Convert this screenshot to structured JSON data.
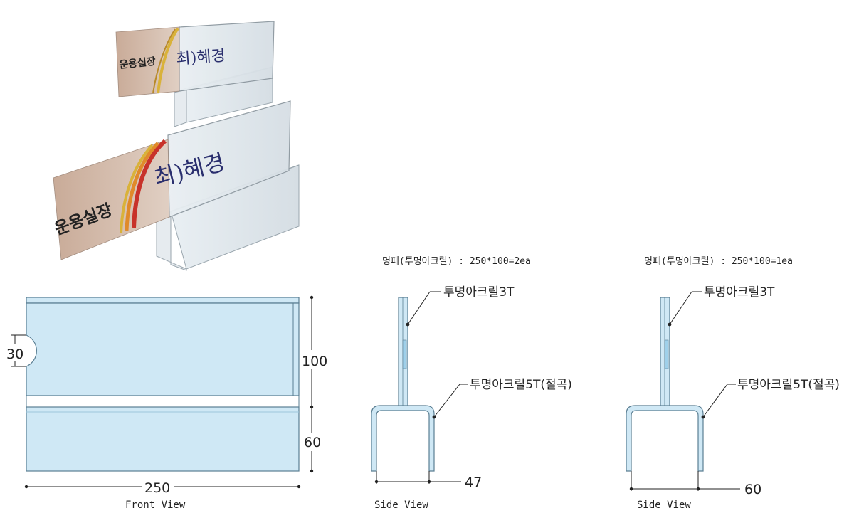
{
  "render_3d": {
    "plate_top": {
      "title_text": "운용실장",
      "name_text": "최)혜경"
    },
    "plate_bottom": {
      "title_text": "운용실장",
      "name_text": "최)혜경"
    }
  },
  "front_view": {
    "caption": "Front View",
    "dim_width": "250",
    "dim_upper_height": "100",
    "dim_lower_height": "60",
    "dim_cutout": "30"
  },
  "side_view_1": {
    "spec": "명패(투명아크릴) : 250*100=2ea",
    "label_plate": "투명아크릴3T",
    "label_base": "투명아크릴5T(절곡)",
    "dim_depth": "47",
    "caption": "Side View"
  },
  "side_view_2": {
    "spec": "명패(투명아크릴) : 250*100=1ea",
    "label_plate": "투명아크릴3T",
    "label_base": "투명아크릴5T(절곡)",
    "dim_depth": "60",
    "caption": "Side View"
  },
  "colors": {
    "acrylic": "#cfe8f5",
    "plate_tan": "#d2b8a8",
    "stripe_red": "#c8322a",
    "stripe_orange": "#e08a2a",
    "stripe_gold": "#d9b23a",
    "name_navy": "#2a2f6e"
  }
}
